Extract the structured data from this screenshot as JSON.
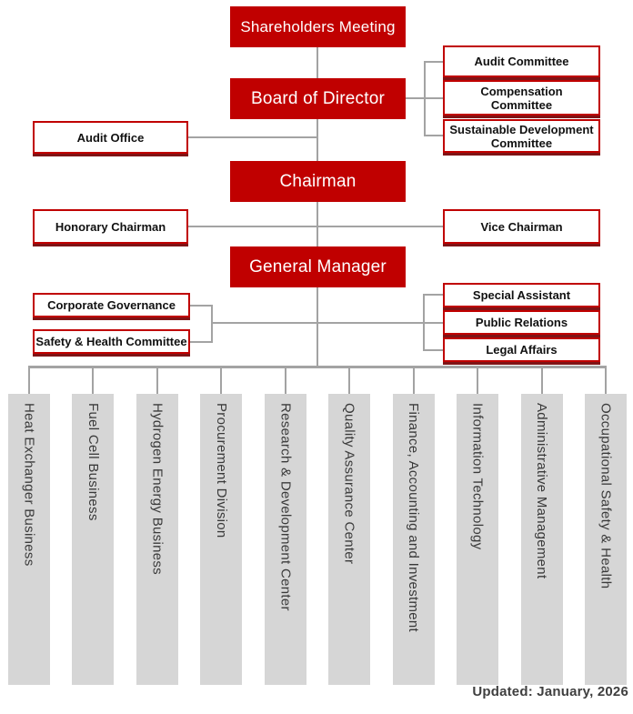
{
  "org_chart": {
    "nodes": {
      "shareholders": "Shareholders Meeting",
      "board": "Board of Director",
      "chairman": "Chairman",
      "general_manager": "General Manager",
      "audit_office": "Audit Office",
      "audit_committee": "Audit Committee",
      "compensation_committee": "Compensation Committee",
      "sustainable_committee": "Sustainable Development Committee",
      "honorary_chairman": "Honorary Chairman",
      "vice_chairman": "Vice Chairman",
      "corporate_governance": "Corporate Governance",
      "safety_health_committee": "Safety & Health Committee",
      "special_assistant": "Special Assistant",
      "public_relations": "Public Relations",
      "legal_affairs": "Legal Affairs"
    },
    "divisions": [
      "Heat Exchanger Business",
      "Fuel Cell Business",
      "Hydrogen Energy Business",
      "Procurement Division",
      "Research & Development Center",
      "Quality Assurance Center",
      "Finance, Accounting and Investment",
      "Information Technology",
      "Administrative Management",
      "Occupational Safety & Health"
    ],
    "footer": {
      "updated": "Updated: January, 2026"
    },
    "colors": {
      "primary_red": "#c00000",
      "shadow_red": "#7f1416",
      "line_gray": "#a3a3a3",
      "bar_gray": "#d6d6d6"
    }
  }
}
